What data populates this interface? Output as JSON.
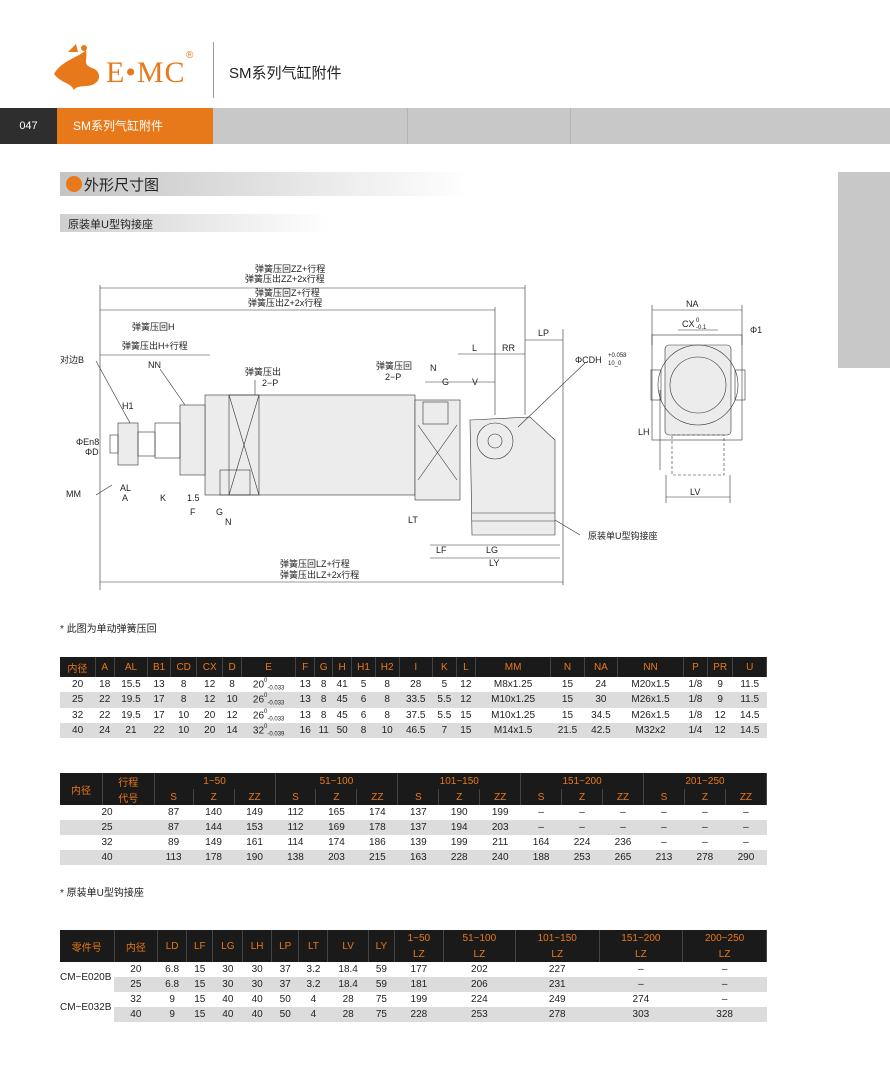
{
  "brand": {
    "logo_text": "E•MC",
    "registered": "®"
  },
  "header": {
    "title": "SM系列气缸附件"
  },
  "band": {
    "page_number": "047",
    "label": "SM系列气缸附件"
  },
  "section": {
    "title": "外形尺寸图",
    "subtitle": "原装单U型钩接座"
  },
  "drawing_labels": {
    "zz_retract": "弹簧压回ZZ+行程",
    "zz_extend": "弹簧压出ZZ+2x行程",
    "z_retract": "弹簧压回Z+行程",
    "z_extend": "弹簧压出Z+2x行程",
    "h_retract": "弹簧压回H",
    "h_extend": "弹簧压出H+行程",
    "lz_retract": "弹簧压回LZ+行程",
    "lz_extend": "弹簧压出LZ+2x行程",
    "spring_out": "弹簧压出",
    "port_2p_a": "2−P",
    "spring_back": "弹簧压回",
    "port_2p_b": "2−P",
    "across_flats": "对边B",
    "bracket_note": "原装单U型钩接座",
    "cdh": "ΦCDH",
    "cdh_tol_top": "+0.058",
    "cdh_tol_bot": "10_0",
    "cx_tol_top": "0",
    "cx_tol_bot": "-0.1",
    "dims": {
      "NN": "NN",
      "H1": "H1",
      "En8": "ΦEn8",
      "D": "ΦD",
      "MM": "MM",
      "AL": "AL",
      "A": "A",
      "K": "K",
      "d15": "1.5",
      "F": "F",
      "G": "G",
      "N": "N",
      "L": "L",
      "RR": "RR",
      "LP": "LP",
      "N2": "N",
      "G2": "G",
      "V": "V",
      "LT": "LT",
      "LF": "LF",
      "LG": "LG",
      "LY": "LY",
      "NA": "NA",
      "CX": "CX",
      "phi1": "Φ1",
      "LH": "LH",
      "LV": "LV"
    }
  },
  "notes": {
    "single_acting": "* 此图为单动弹簧压回",
    "bracket": "* 原装单U型钩接座"
  },
  "table1": {
    "headers": [
      "内径",
      "A",
      "AL",
      "B1",
      "CD",
      "CX",
      "D",
      "E",
      "F",
      "G",
      "H",
      "H1",
      "H2",
      "I",
      "K",
      "L",
      "MM",
      "N",
      "NA",
      "NN",
      "P",
      "PR",
      "U"
    ],
    "rows": [
      {
        "c": [
          "20",
          "18",
          "15.5",
          "13",
          "8",
          "12",
          "8"
        ],
        "e": "20",
        "e_top": "0",
        "e_bot": "-0.033",
        "r": [
          "13",
          "8",
          "41",
          "5",
          "8",
          "28",
          "5",
          "12",
          "M8x1.25",
          "15",
          "24",
          "M20x1.5",
          "1/8",
          "9",
          "11.5"
        ]
      },
      {
        "c": [
          "25",
          "22",
          "19.5",
          "17",
          "8",
          "12",
          "10"
        ],
        "e": "26",
        "e_top": "0",
        "e_bot": "-0.033",
        "r": [
          "13",
          "8",
          "45",
          "6",
          "8",
          "33.5",
          "5.5",
          "12",
          "M10x1.25",
          "15",
          "30",
          "M26x1.5",
          "1/8",
          "9",
          "11.5"
        ]
      },
      {
        "c": [
          "32",
          "22",
          "19.5",
          "17",
          "10",
          "20",
          "12"
        ],
        "e": "26",
        "e_top": "0",
        "e_bot": "-0.033",
        "r": [
          "13",
          "8",
          "45",
          "6",
          "8",
          "37.5",
          "5.5",
          "15",
          "M10x1.25",
          "15",
          "34.5",
          "M26x1.5",
          "1/8",
          "12",
          "14.5"
        ]
      },
      {
        "c": [
          "40",
          "24",
          "21",
          "22",
          "10",
          "20",
          "14"
        ],
        "e": "32",
        "e_top": "0",
        "e_bot": "-0.039",
        "r": [
          "16",
          "11",
          "50",
          "8",
          "10",
          "46.5",
          "7",
          "15",
          "M14x1.5",
          "21.5",
          "42.5",
          "M32x2",
          "1/4",
          "12",
          "14.5"
        ]
      }
    ]
  },
  "table2": {
    "corner": "内径",
    "stroke_label": "行程",
    "code_label": "代号",
    "ranges": [
      "1~50",
      "51~100",
      "101~150",
      "151~200",
      "201~250"
    ],
    "sub": [
      "S",
      "Z",
      "ZZ"
    ],
    "rows": [
      [
        "20",
        "87",
        "140",
        "149",
        "112",
        "165",
        "174",
        "137",
        "190",
        "199",
        "–",
        "–",
        "–",
        "–",
        "–",
        "–"
      ],
      [
        "25",
        "87",
        "144",
        "153",
        "112",
        "169",
        "178",
        "137",
        "194",
        "203",
        "–",
        "–",
        "–",
        "–",
        "–",
        "–"
      ],
      [
        "32",
        "89",
        "149",
        "161",
        "114",
        "174",
        "186",
        "139",
        "199",
        "211",
        "164",
        "224",
        "236",
        "–",
        "–",
        "–"
      ],
      [
        "40",
        "113",
        "178",
        "190",
        "138",
        "203",
        "215",
        "163",
        "228",
        "240",
        "188",
        "253",
        "265",
        "213",
        "278",
        "290"
      ]
    ]
  },
  "table3": {
    "headers": [
      "零件号",
      "内径",
      "LD",
      "LF",
      "LG",
      "LH",
      "LP",
      "LT",
      "LV",
      "LY"
    ],
    "ranges": [
      "1~50",
      "51~100",
      "101~150",
      "151~200",
      "200~250"
    ],
    "lz": "LZ",
    "groups": [
      {
        "part": "CM−E020B",
        "rows": [
          [
            "20",
            "6.8",
            "15",
            "30",
            "30",
            "37",
            "3.2",
            "18.4",
            "59",
            "177",
            "202",
            "227",
            "–",
            "–"
          ],
          [
            "25",
            "6.8",
            "15",
            "30",
            "30",
            "37",
            "3.2",
            "18.4",
            "59",
            "181",
            "206",
            "231",
            "–",
            "–"
          ]
        ]
      },
      {
        "part": "CM−E032B",
        "rows": [
          [
            "32",
            "9",
            "15",
            "40",
            "40",
            "50",
            "4",
            "28",
            "75",
            "199",
            "224",
            "249",
            "274",
            "–"
          ],
          [
            "40",
            "9",
            "15",
            "40",
            "40",
            "50",
            "4",
            "28",
            "75",
            "228",
            "253",
            "278",
            "303",
            "328"
          ]
        ]
      }
    ]
  }
}
